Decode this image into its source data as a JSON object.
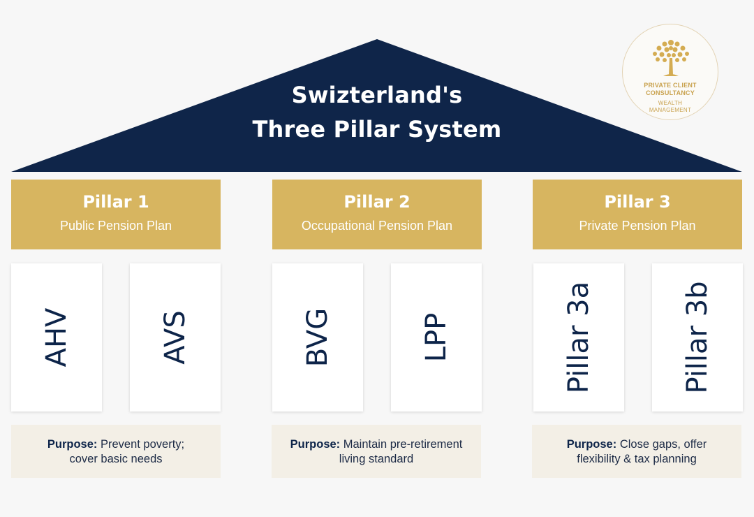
{
  "title": {
    "line1": "Swizterland's",
    "line2": "Three Pillar System"
  },
  "logo": {
    "line1": "PRIVATE CLIENT",
    "line2": "CONSULTANCY",
    "sub1": "WEALTH",
    "sub2": "MANAGEMENT",
    "icon": "tree-icon"
  },
  "colors": {
    "navy": "#0f2549",
    "gold": "#d7b560",
    "cream": "#f3efe6",
    "background": "#f7f7f7"
  },
  "pillars": [
    {
      "name": "Pillar 1",
      "description": "Public Pension Plan",
      "cards": [
        "AHV",
        "AVS"
      ],
      "purpose_label": "Purpose:",
      "purpose_line1": "Prevent poverty;",
      "purpose_line2": "cover basic needs"
    },
    {
      "name": "Pillar 2",
      "description": "Occupational Pension Plan",
      "cards": [
        "BVG",
        "LPP"
      ],
      "purpose_label": "Purpose:",
      "purpose_line1": "Maintain pre-retirement",
      "purpose_line2": "living standard"
    },
    {
      "name": "Pillar 3",
      "description": "Private Pension Plan",
      "cards": [
        "Pillar 3a",
        "Pillar 3b"
      ],
      "purpose_label": "Purpose:",
      "purpose_line1": "Close gaps, offer",
      "purpose_line2": "flexibility & tax planning"
    }
  ]
}
